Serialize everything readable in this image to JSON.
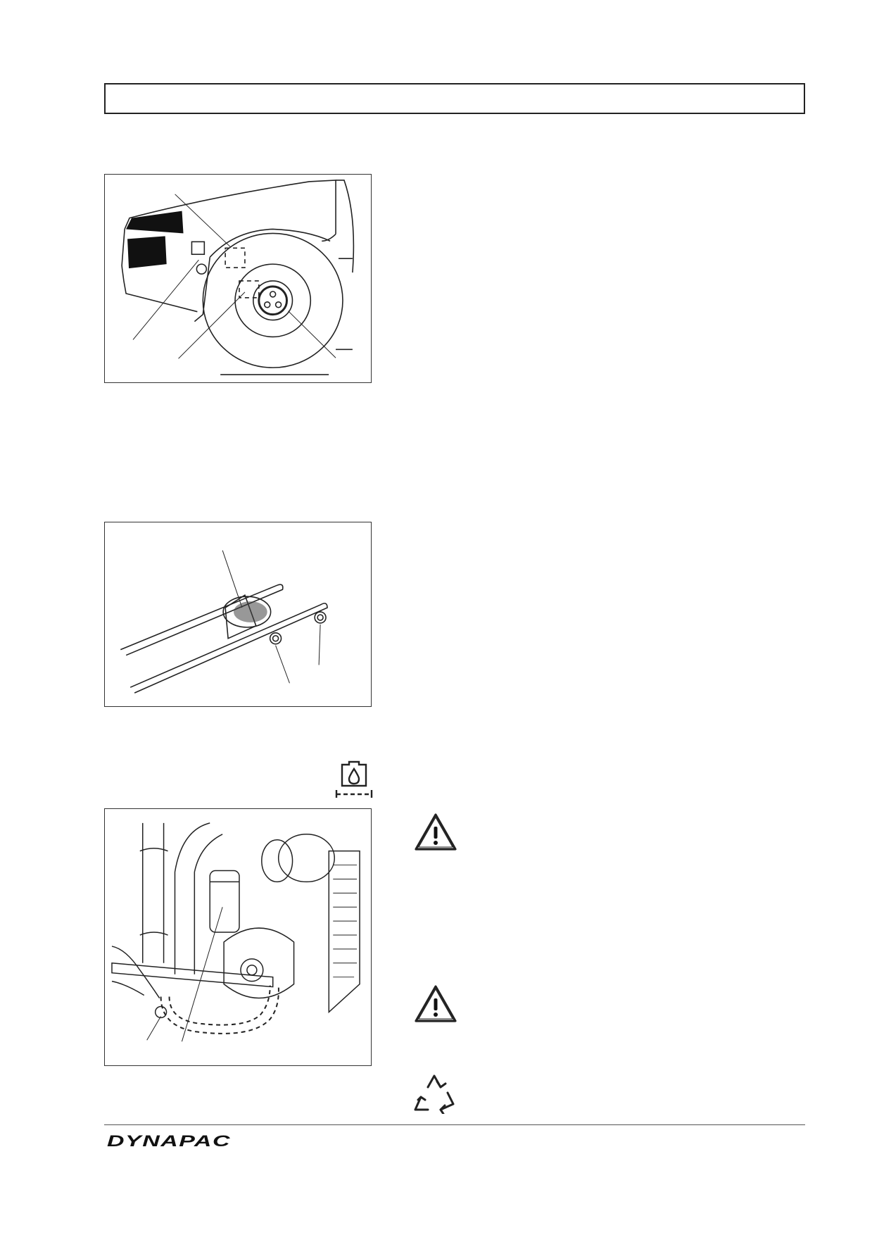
{
  "header": {
    "title": ""
  },
  "figures": [
    {
      "id": "fig-machine-side"
    },
    {
      "id": "fig-filter-bracket"
    },
    {
      "id": "fig-engine-compartment"
    }
  ],
  "icons": {
    "engine_oil_drain": "engine-oil-drain-icon",
    "warning_1": "warning-icon",
    "warning_2": "warning-icon",
    "recycle": "recycle-icon"
  },
  "footer": {
    "brand": "DYNAPAC"
  }
}
